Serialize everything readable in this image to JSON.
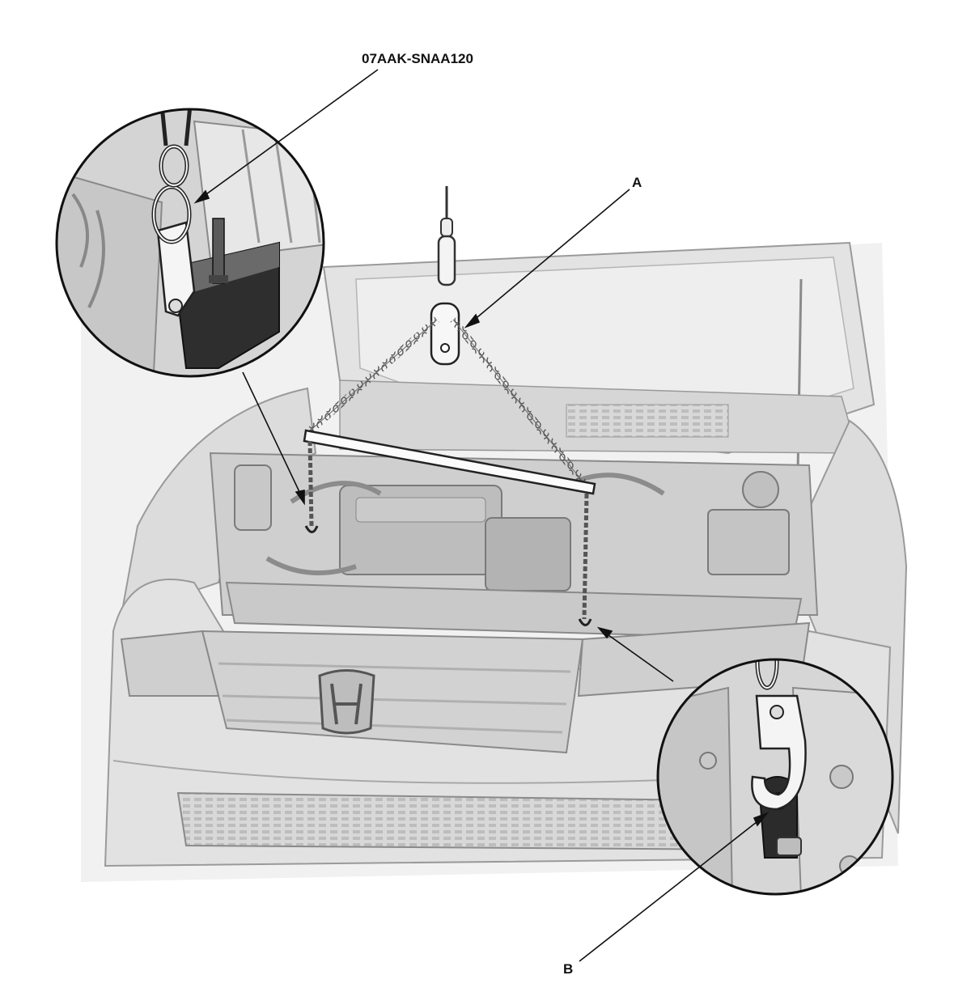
{
  "callouts": {
    "tool_number": "07AAK-SNAA120",
    "a": "A",
    "b": "B"
  },
  "colors": {
    "background": "#ffffff",
    "body_light": "#e6e6e6",
    "body_mid": "#cfcfcf",
    "line_dark": "#111111",
    "outline": "#8a8a8a"
  }
}
